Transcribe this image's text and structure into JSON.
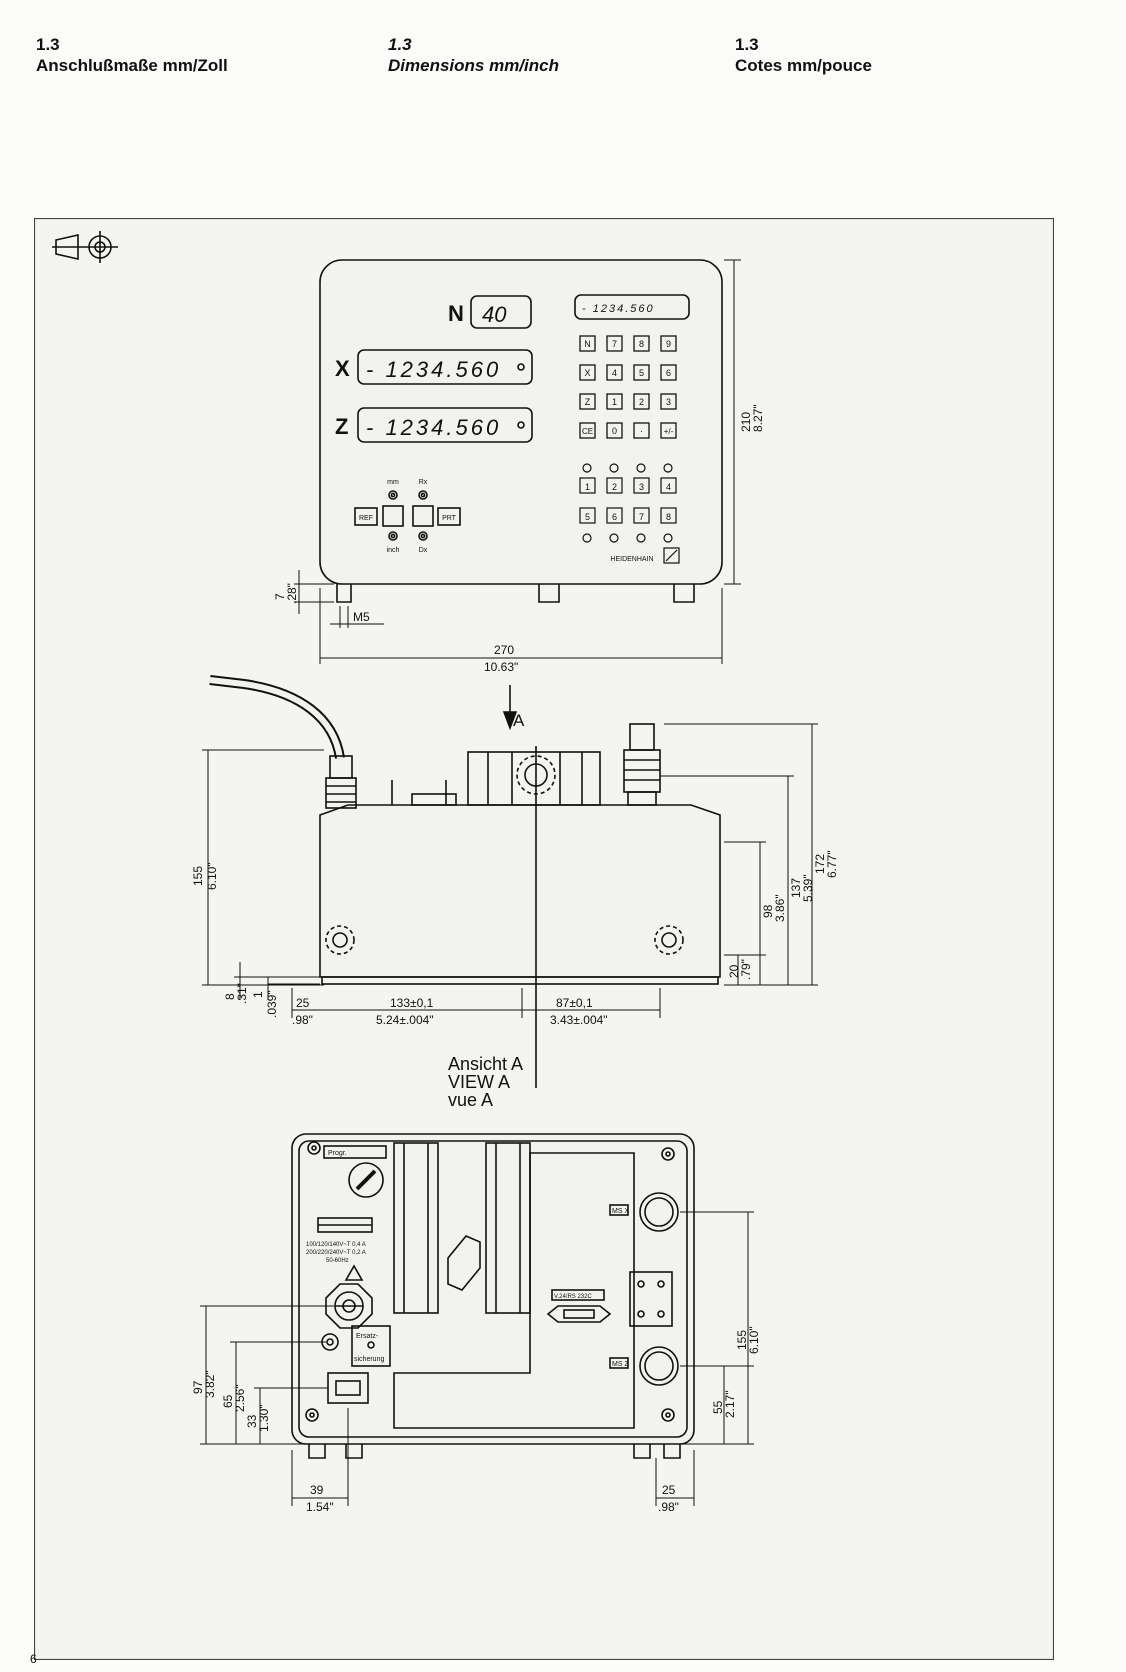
{
  "header": {
    "de": {
      "num": "1.3",
      "title": "Anschlußmaße mm/Zoll"
    },
    "en": {
      "num": "1.3",
      "title": "Dimensions mm/inch"
    },
    "fr": {
      "num": "1.3",
      "title": "Cotes mm/pouce"
    }
  },
  "front": {
    "n_label": "N",
    "n_value": "40",
    "x_label": "X",
    "z_label": "Z",
    "x_value": "- 1234.560",
    "z_value": "- 1234.560",
    "small_value": "- 1234.560",
    "keys_row1": [
      "N",
      "7",
      "8",
      "9"
    ],
    "keys_row2": [
      "X",
      "4",
      "5",
      "6"
    ],
    "keys_row3": [
      "Z",
      "1",
      "2",
      "3"
    ],
    "keys_row4": [
      "CE",
      "0",
      "·",
      "+/-"
    ],
    "fkeys_row1": [
      "1",
      "2",
      "3",
      "4"
    ],
    "fkeys_row2": [
      "5",
      "6",
      "7",
      "8"
    ],
    "btn_ref": "REF",
    "btn_prt": "PRT",
    "lbl_mm": "mm",
    "lbl_rx": "Rx",
    "lbl_inch": "inch",
    "lbl_dx": "Dx",
    "brand": "HEIDENHAIN",
    "dim_height_mm": "210",
    "dim_height_in": "8.27\"",
    "dim_width_mm": "270",
    "dim_width_in": "10.63\"",
    "dim_foot_mm": "7",
    "dim_foot_in": ".28\"",
    "thread": "M5"
  },
  "side": {
    "arrow_label": "A",
    "dim_155_mm": "155",
    "dim_155_in": "6.10\"",
    "dim_172_mm": "172",
    "dim_172_in": "6.77\"",
    "dim_137_mm": "137",
    "dim_137_in": "5.39\"",
    "dim_98_mm": "98",
    "dim_98_in": "3.86\"",
    "dim_20_mm": "20",
    "dim_20_in": ".79\"",
    "dim_8_mm": "8",
    "dim_8_in": ".31\"",
    "dim_1_mm": "1",
    "dim_1_in": ".039\"",
    "dim_25_mm": "25",
    "dim_25_in": ".98\"",
    "dim_133_mm": "133±0,1",
    "dim_133_in": "5.24±.004\"",
    "dim_87_mm": "87±0,1",
    "dim_87_in": "3.43±.004\""
  },
  "view": {
    "de": "Ansicht  A",
    "en": "VIEW  A",
    "fr": "vue     A"
  },
  "rear": {
    "progr": "Progr.",
    "voltage_1": "100/120/140V~T 0,4 A",
    "voltage_2": "200/220/240V~T 0,2 A",
    "voltage_3": "50-60Hz",
    "ersatz_1": "Ersatz-",
    "ersatz_2": "sicherung",
    "msx": "MS X",
    "msz": "MS Z",
    "v24": "V.24/RS 232C",
    "dim_155_mm": "155",
    "dim_155_in": "6.10\"",
    "dim_55_mm": "55",
    "dim_55_in": "2.17\"",
    "dim_97_mm": "97",
    "dim_97_in": "3.82\"",
    "dim_65_mm": "65",
    "dim_65_in": "2.56\"",
    "dim_33_mm": "33",
    "dim_33_in": "1.30\"",
    "dim_39_mm": "39",
    "dim_39_in": "1.54\"",
    "dim_25_mm": "25",
    "dim_25_in": ".98\""
  },
  "page_number": "6"
}
